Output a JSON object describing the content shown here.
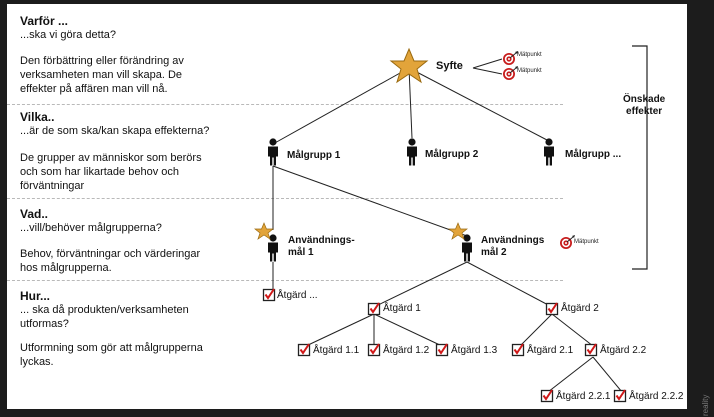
{
  "sections": [
    {
      "heading": "Varför ...",
      "lines": "...ska vi göra detta?",
      "body": "Den förbättring eller förändring av\nverksamheten man vill skapa. De\neffekter på affären man vill nå."
    },
    {
      "heading": "Vilka..",
      "lines": "...är de som ska/kan skapa effekterna?",
      "body": "De grupper av människor som berörs\noch som har likartade behov och\nförväntningar"
    },
    {
      "heading": "Vad..",
      "lines": "...vill/behöver målgrupperna?",
      "body": "Behov, förväntningar och värderingar\nhos målgrupperna."
    },
    {
      "heading": "Hur...",
      "lines": "... ska då produkten/verksamheten\nutformas?",
      "body": "Utformning som gör att målgrupperna\nlyckas."
    }
  ],
  "diagram": {
    "goal_label": "Syfte",
    "matpunkt_label": "Mätpunkt",
    "bracket_label": "Önskade\neffekter",
    "groups": [
      "Målgrupp 1",
      "Målgrupp 2",
      "Målgrupp ..."
    ],
    "usage_goals": [
      "Användnings-\nmål 1",
      "Användnings\nmål 2"
    ],
    "actions": {
      "a0": "Åtgärd ...",
      "a1": "Åtgärd 1",
      "a2": "Åtgärd 2",
      "a11": "Åtgärd 1.1",
      "a12": "Åtgärd 1.2",
      "a13": "Åtgärd 1.3",
      "a21": "Åtgärd 2.1",
      "a22": "Åtgärd 2.2",
      "a221": "Åtgärd 2.2.1",
      "a222": "Åtgärd 2.2.2"
    }
  },
  "watermark": "reality",
  "colors": {
    "star": "#e2a43a",
    "star_stroke": "#9a6a10",
    "target": "#c81e1e",
    "check": "#d01818"
  }
}
